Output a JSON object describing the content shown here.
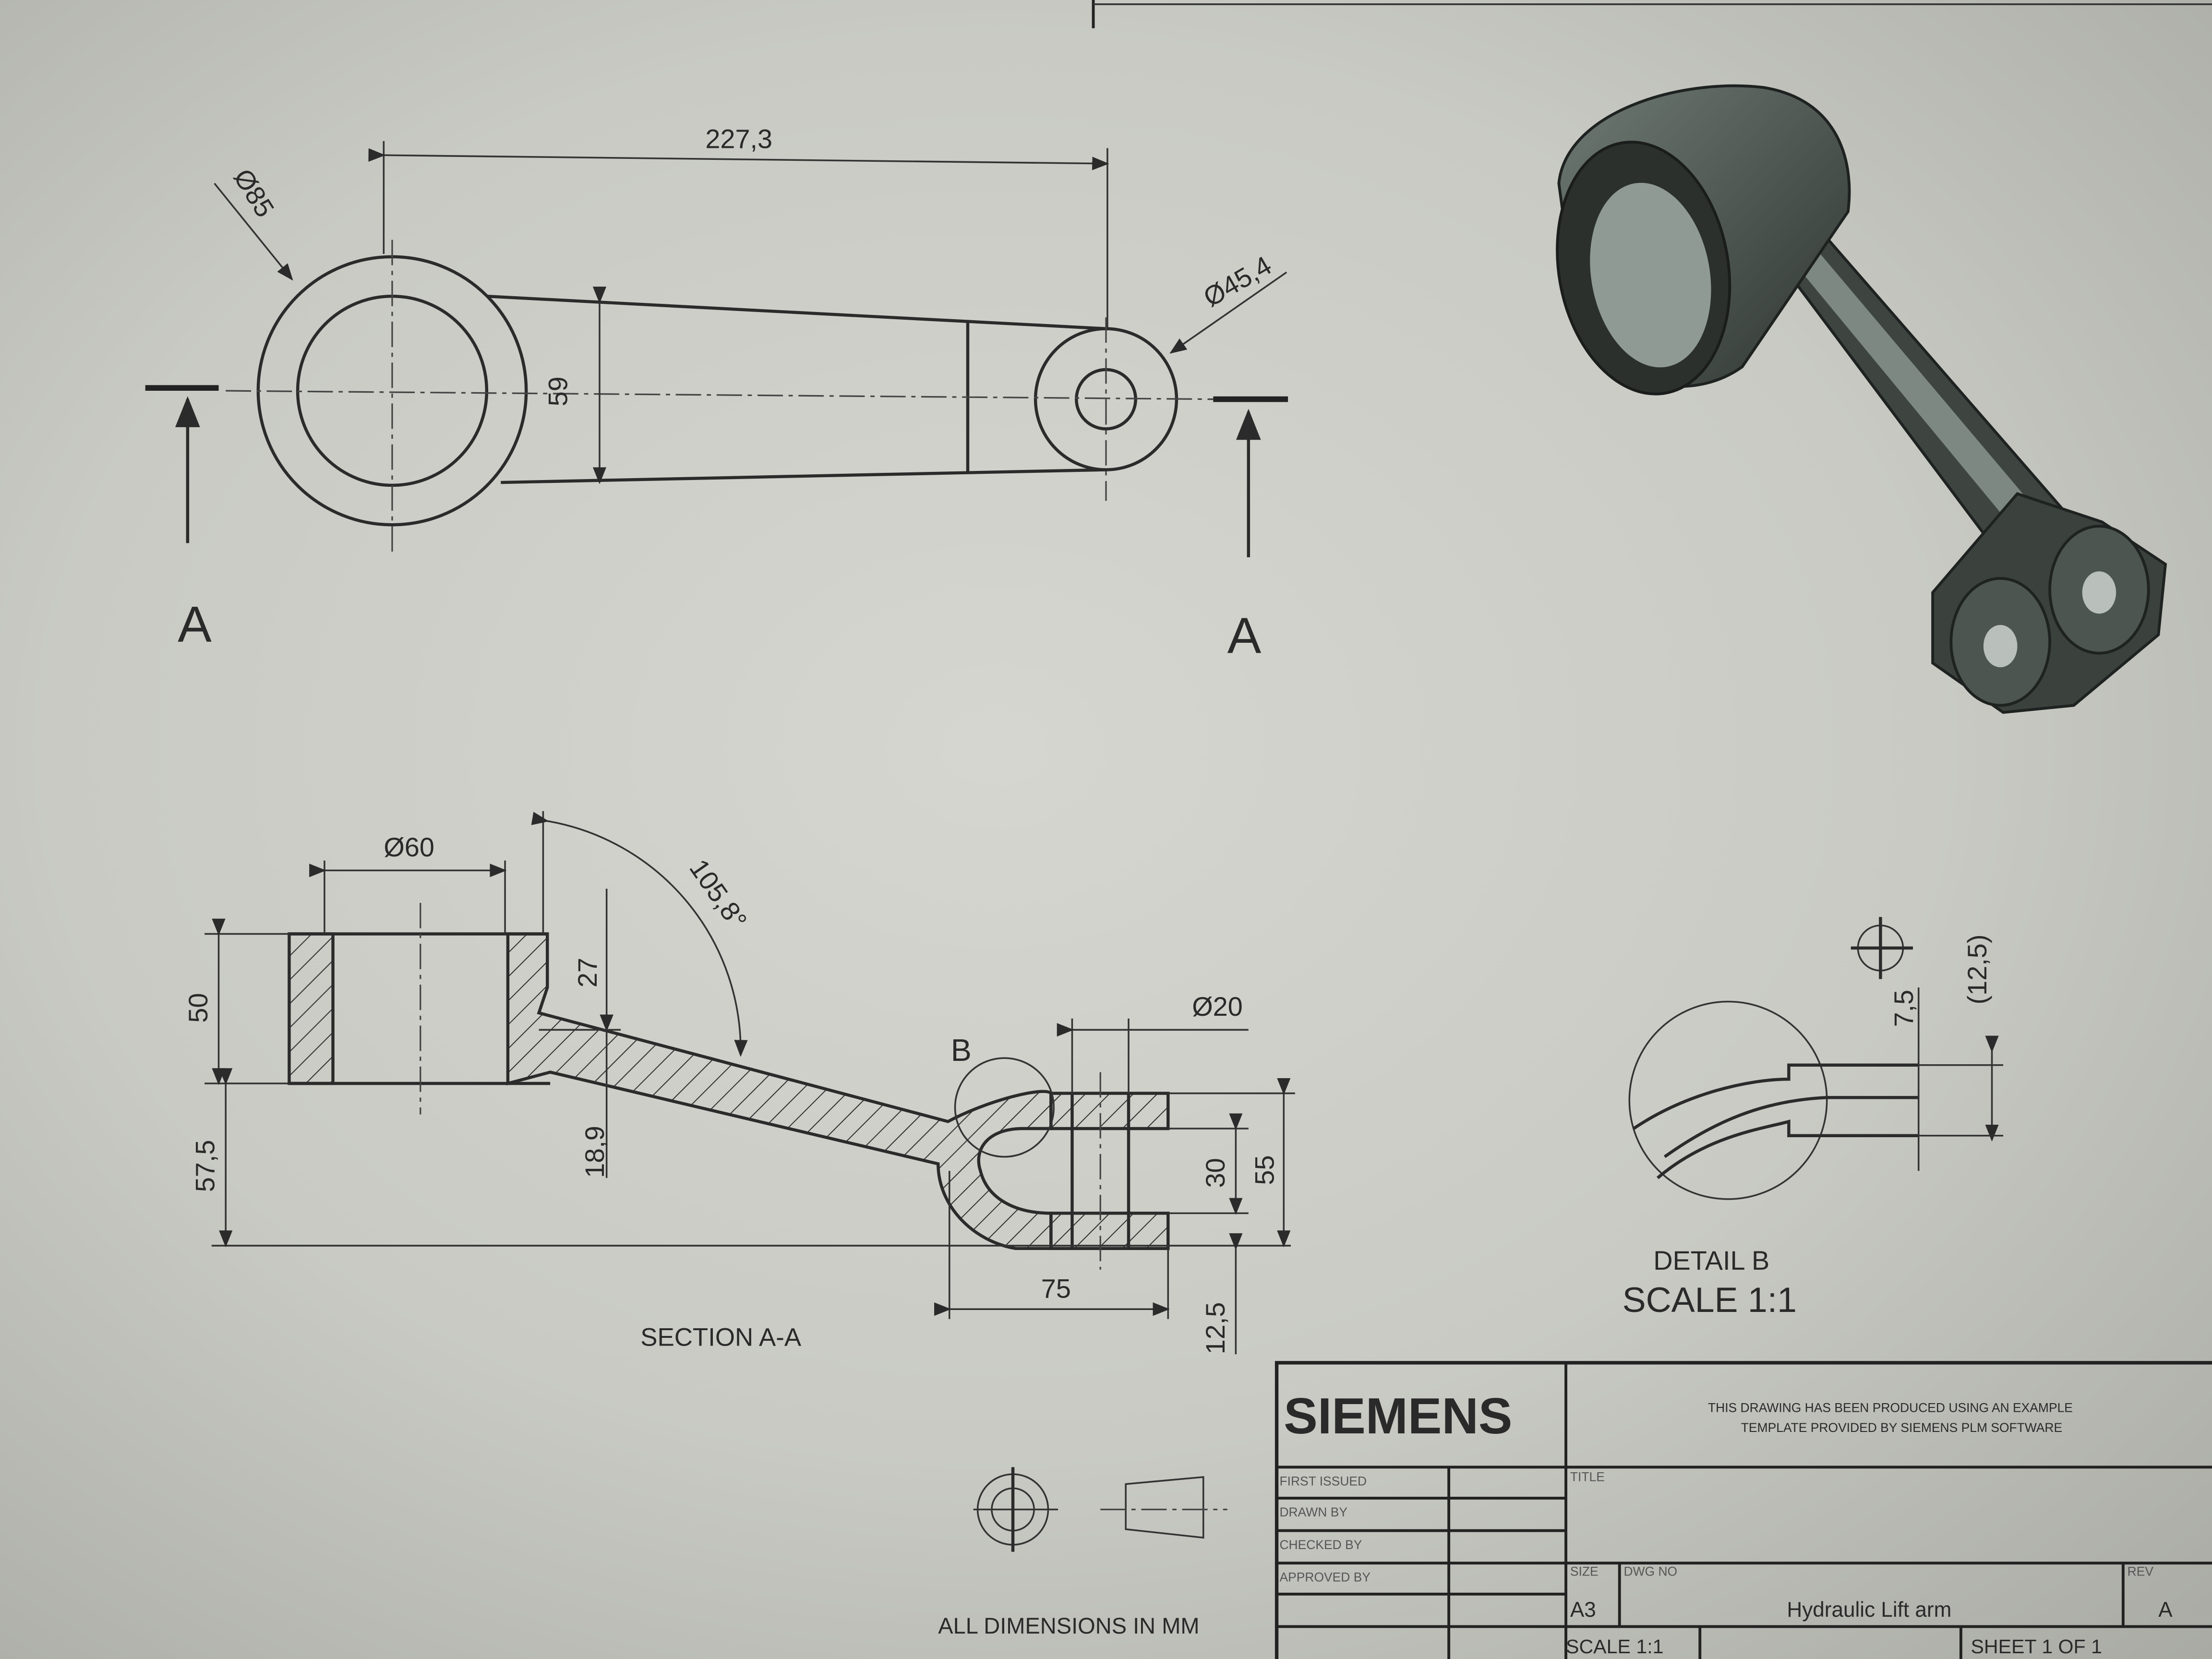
{
  "drawing": {
    "top_view": {
      "dim_length": "227,3",
      "dim_big_diameter": "Ø85",
      "dim_small_diameter": "Ø45,4",
      "dim_width": "59",
      "section_label_left": "A",
      "section_label_right": "A"
    },
    "section_view": {
      "title": "SECTION A-A",
      "dim_bore": "Ø60",
      "dim_angle": "105,8°",
      "dim_height_50": "50",
      "dim_height_57_5": "57,5",
      "dim_27": "27",
      "dim_18_9": "18,9",
      "dim_pin": "Ø20",
      "dim_30": "30",
      "dim_55": "55",
      "dim_75": "75",
      "dim_12_5": "12,5",
      "detail_marker": "B"
    },
    "detail_view": {
      "title": "DETAIL B",
      "scale": "SCALE 1:1",
      "dim_7_5": "7,5",
      "dim_12_5_ref": "(12,5)"
    },
    "notes": {
      "units": "ALL DIMENSIONS IN MM"
    }
  },
  "title_block": {
    "logo": "SIEMENS",
    "disclaimer_line1": "THIS DRAWING HAS BEEN PRODUCED USING AN EXAMPLE",
    "disclaimer_line2": "TEMPLATE PROVIDED BY SIEMENS PLM SOFTWARE",
    "labels": {
      "first_issued": "FIRST ISSUED",
      "drawn_by": "DRAWN BY",
      "checked_by": "CHECKED BY",
      "approved_by": "APPROVED BY",
      "title": "TITLE",
      "size": "SIZE",
      "dwg_no": "DWG NO",
      "rev": "REV"
    },
    "size": "A3",
    "drawing_name": "Hydraulic Lift arm",
    "revision": "A",
    "scale": "SCALE 1:1",
    "sheet": "SHEET 1 OF 1"
  },
  "colors": {
    "paper": "#cfd0ca",
    "line": "#2b2b2b",
    "model": "#4a524e"
  }
}
